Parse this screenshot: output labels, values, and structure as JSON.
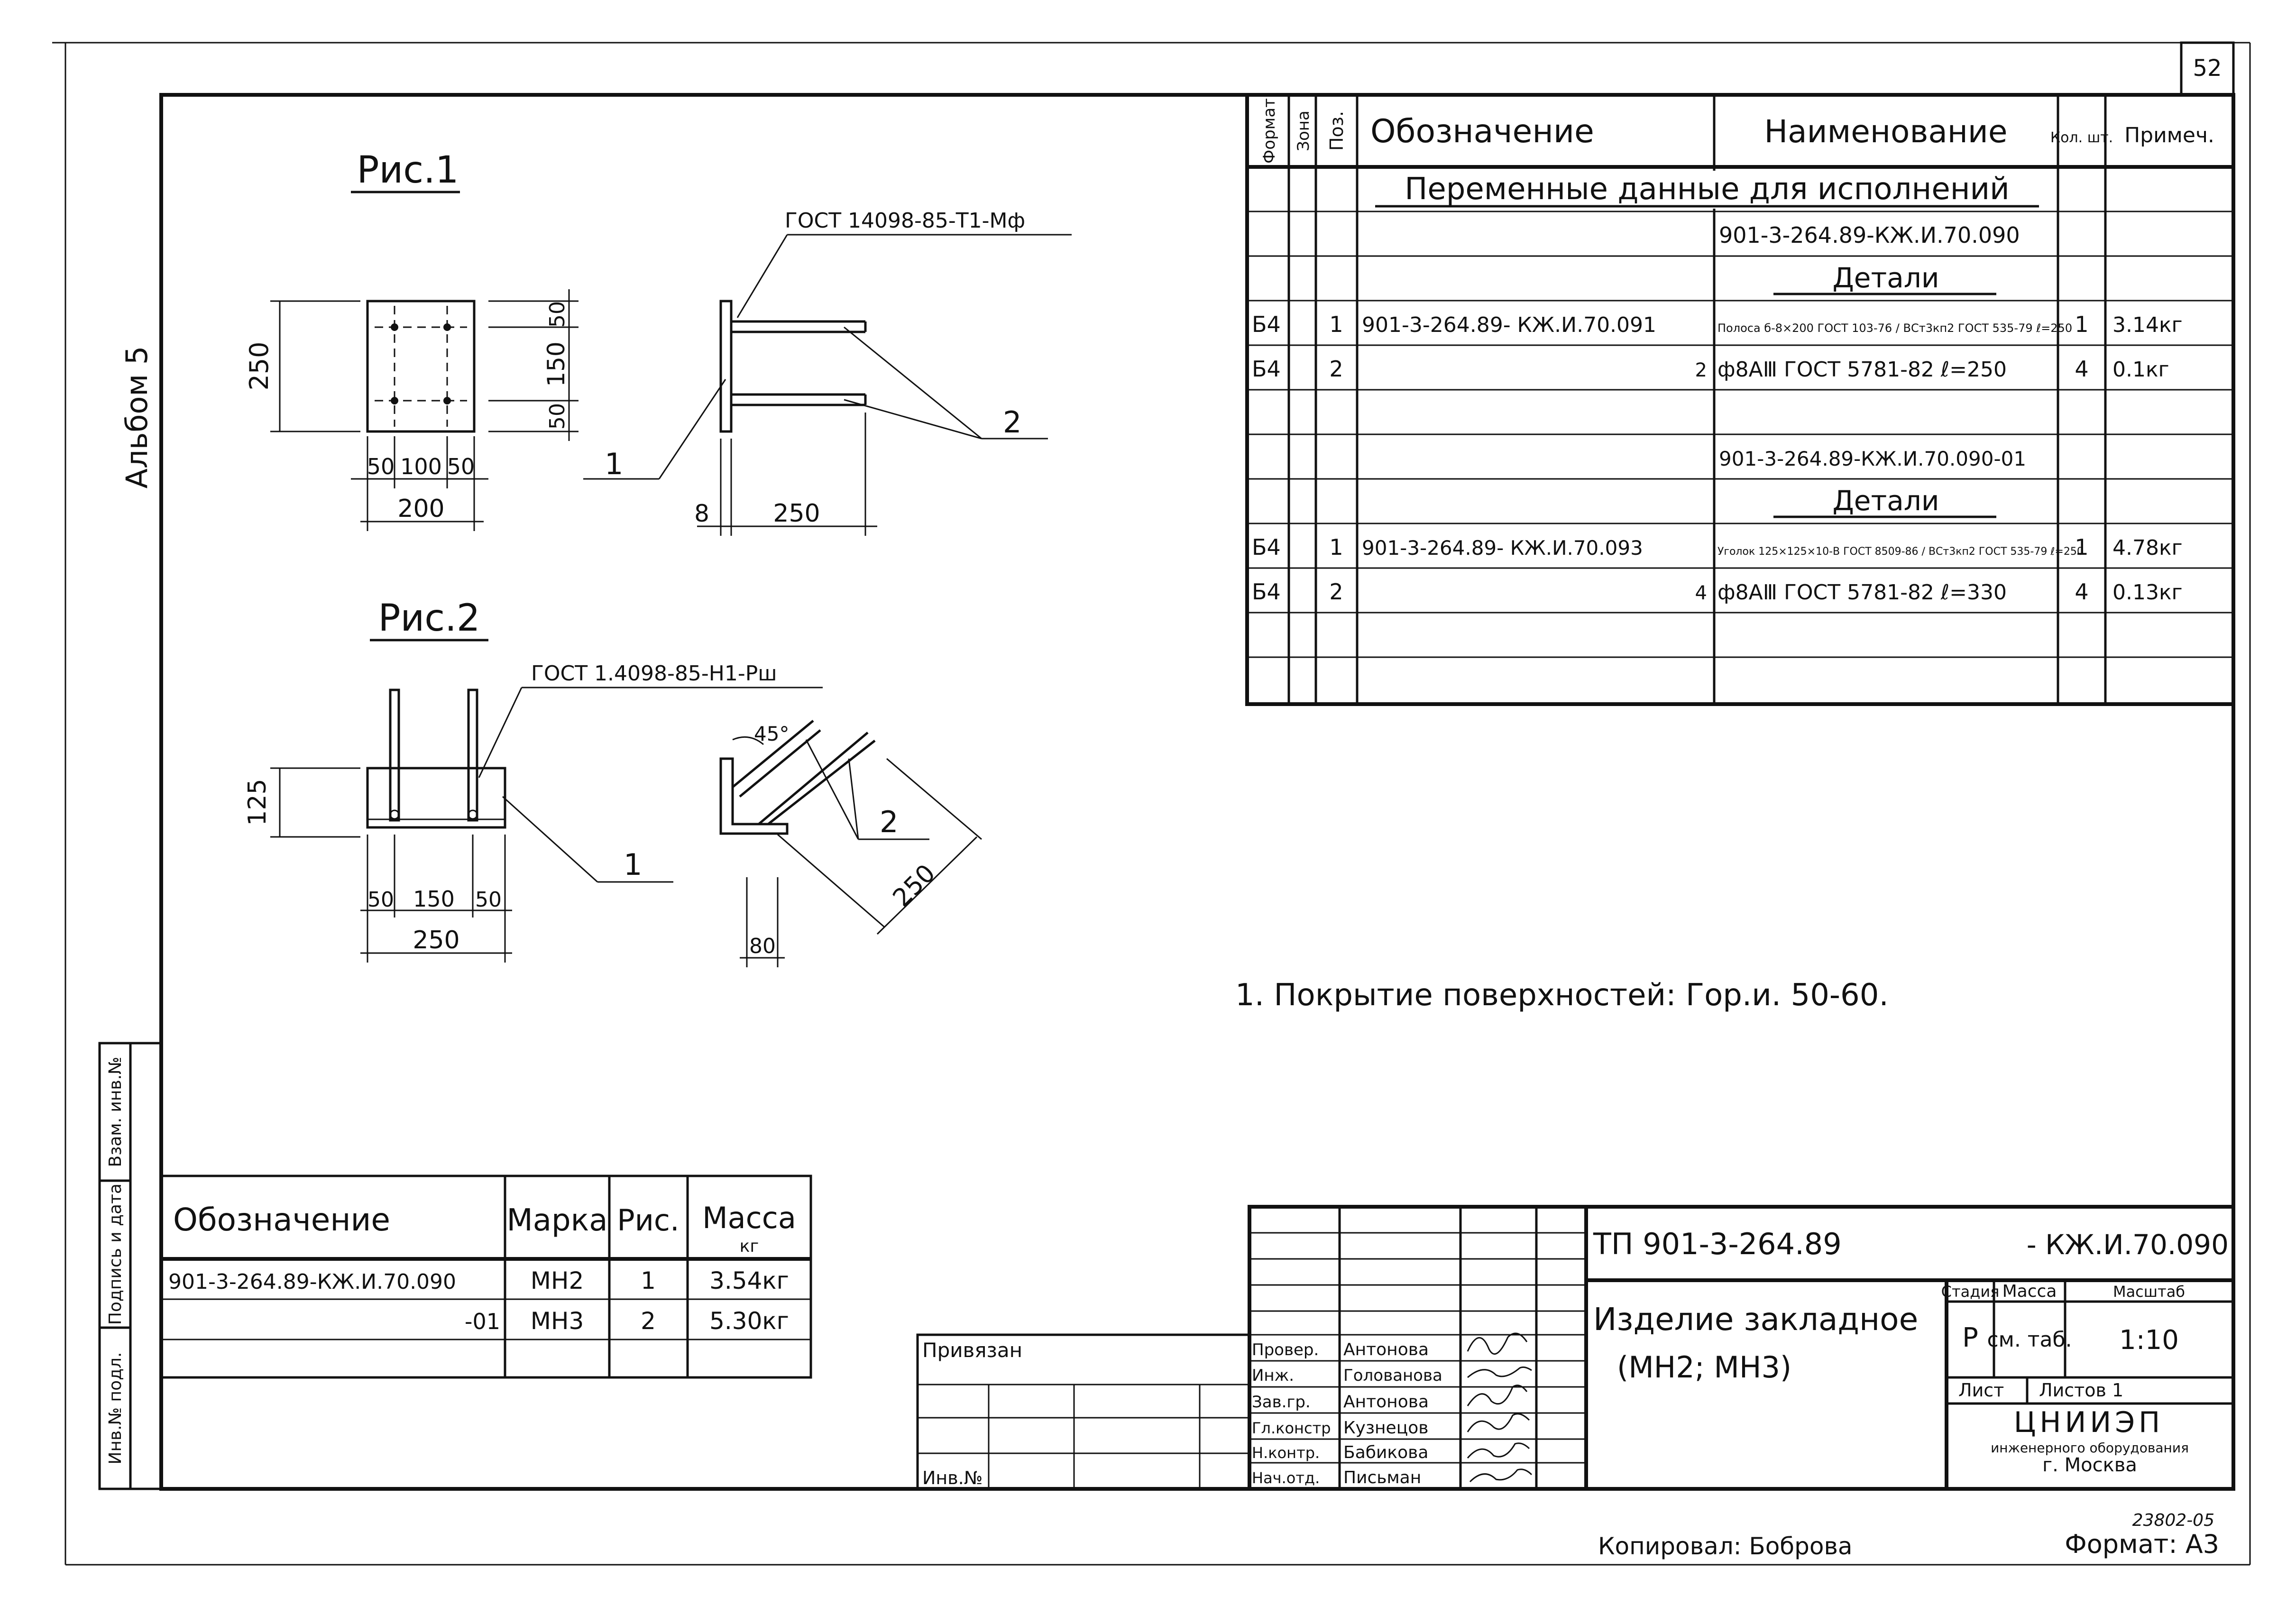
{
  "sheet_number": "52",
  "album": "Альбом 5",
  "fig1": {
    "title": "Рис.1",
    "weld_label": "ГОСТ 14098-85-Т1-Мф",
    "dims": {
      "height": "250",
      "top": "50",
      "mid": "150",
      "bot": "50",
      "left": "50",
      "center": "100",
      "right": "50",
      "width": "200",
      "thickness": "8",
      "length": "250"
    },
    "callouts": {
      "plate": "1",
      "bars": "2"
    }
  },
  "fig2": {
    "title": "Рис.2",
    "weld_label": "ГОСТ 1.4098-85-Н1-Рш",
    "dims": {
      "height": "125",
      "left": "50",
      "center": "150",
      "right": "50",
      "width": "250",
      "angle": "45°",
      "leg": "80",
      "diag": "250"
    },
    "callouts": {
      "angle": "1",
      "bars": "2"
    }
  },
  "spec": {
    "headers": {
      "format": "Формат",
      "zone": "Зона",
      "pos": "Поз.",
      "designation": "Обозначение",
      "name": "Наименование",
      "qty": "Кол. шт.",
      "note": "Примеч."
    },
    "variable_title": "Переменные данные для исполнений",
    "rows": [
      {
        "format": "",
        "zone": "",
        "pos": "",
        "designation": "",
        "name": "901-3-264.89-КЖ.И.70.090",
        "qty": "",
        "note": ""
      },
      {
        "format": "",
        "zone": "",
        "pos": "",
        "designation": "",
        "name": "Детали",
        "qty": "",
        "note": ""
      },
      {
        "format": "Б4",
        "zone": "",
        "pos": "1",
        "designation": "901-3-264.89- КЖ.И.70.091",
        "name": "Полоса б-8×200 ГОСТ 103-76 / ВСт3кп2 ГОСТ 535-79 ℓ=250",
        "qty": "1",
        "note": "3.14кг"
      },
      {
        "format": "Б4",
        "zone": "",
        "pos": "2",
        "designation": "2",
        "name": "ф8АⅢ ГОСТ 5781-82 ℓ=250",
        "qty": "4",
        "note": "0.1кг"
      },
      {
        "format": "",
        "zone": "",
        "pos": "",
        "designation": "",
        "name": "",
        "qty": "",
        "note": ""
      },
      {
        "format": "",
        "zone": "",
        "pos": "",
        "designation": "",
        "name": "901-3-264.89-КЖ.И.70.090-01",
        "qty": "",
        "note": ""
      },
      {
        "format": "",
        "zone": "",
        "pos": "",
        "designation": "",
        "name": "Детали",
        "qty": "",
        "note": ""
      },
      {
        "format": "Б4",
        "zone": "",
        "pos": "1",
        "designation": "901-3-264.89- КЖ.И.70.093",
        "name": "Уголок 125×125×10-В ГОСТ 8509-86 / ВСт3кп2 ГОСТ 535-79 ℓ=250",
        "qty": "1",
        "note": "4.78кг"
      },
      {
        "format": "Б4",
        "zone": "",
        "pos": "2",
        "designation": "4",
        "name": "ф8АⅢ ГОСТ 5781-82 ℓ=330",
        "qty": "4",
        "note": "0.13кг"
      },
      {
        "format": "",
        "zone": "",
        "pos": "",
        "designation": "",
        "name": "",
        "qty": "",
        "note": ""
      },
      {
        "format": "",
        "zone": "",
        "pos": "",
        "designation": "",
        "name": "",
        "qty": "",
        "note": ""
      },
      {
        "format": "",
        "zone": "",
        "pos": "",
        "designation": "",
        "name": "",
        "qty": "",
        "note": ""
      }
    ]
  },
  "note": "1. Покрытие поверхностей: Гор.и. 50-60.",
  "mark_table": {
    "headers": {
      "designation": "Обозначение",
      "mark": "Марка",
      "fig": "Рис.",
      "mass": "Масса",
      "mass_unit": "кг"
    },
    "rows": [
      {
        "designation": "901-3-264.89-КЖ.И.70.090",
        "mark": "МН2",
        "fig": "1",
        "mass": "3.54кг"
      },
      {
        "designation": "-01",
        "mark": "МН3",
        "fig": "2",
        "mass": "5.30кг"
      }
    ]
  },
  "side_stamp": {
    "inv_orig": "Инв.№ подл.",
    "sign_date": "Подпись и дата",
    "replace_inv": "Взам. инв.№"
  },
  "binding": {
    "privyazan": "Привязан",
    "inv_no": "Инв.№"
  },
  "title_block": {
    "code_prefix": "ТП 901-3-264.89",
    "code_suffix": "- КЖ.И.70.090",
    "product_name_line1": "Изделие закладное",
    "product_name_line2": "(МН2; МН3)",
    "stage_label": "Стадия",
    "stage": "Р",
    "mass_label": "Масса",
    "mass": "см. таб.",
    "scale_label": "Масштаб",
    "scale": "1:10",
    "sheet_label": "Лист",
    "sheets_label": "Листов 1",
    "org_line1": "ЦНИИЭП",
    "org_line2": "инженерного оборудования",
    "org_line3": "г. Москва",
    "staff": [
      {
        "role": "Провер.",
        "name": "Антонова"
      },
      {
        "role": "Инж.",
        "name": "Голованова"
      },
      {
        "role": "Зав.гр.",
        "name": "Антонова"
      },
      {
        "role": "Гл.констр",
        "name": "Кузнецов"
      },
      {
        "role": "Н.контр.",
        "name": "Бабикова"
      },
      {
        "role": "Нач.отд.",
        "name": "Письман"
      }
    ]
  },
  "footer": {
    "copied_by": "Копировал: Боброва",
    "format": "Формат: А3",
    "stamp_no": "23802-05"
  }
}
